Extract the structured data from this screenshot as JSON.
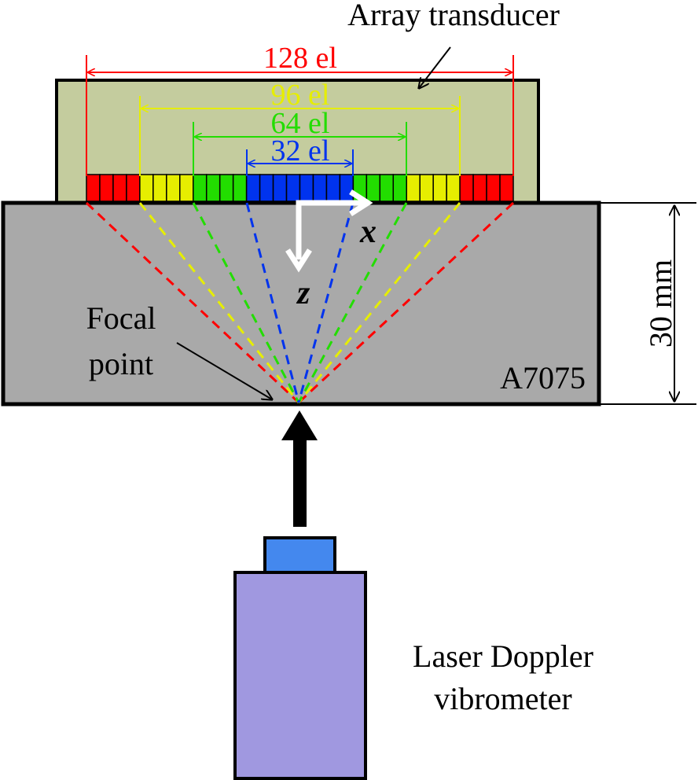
{
  "labels": {
    "array_transducer": "Array transducer",
    "focal_line1": "Focal",
    "focal_line2": "point",
    "material": "A7075",
    "thickness": "30 mm",
    "axis_x": "x",
    "axis_z": "z",
    "ldv_line1": "Laser Doppler",
    "ldv_line2": "vibrometer"
  },
  "apertures": [
    {
      "label": "128 el",
      "color": "#ff0000"
    },
    {
      "label": "96 el",
      "color": "#e6ee00"
    },
    {
      "label": "64 el",
      "color": "#22dd00"
    },
    {
      "label": "32 el",
      "color": "#0033ee"
    }
  ],
  "colors": {
    "housing": "#c4cc9e",
    "specimen": "#a9a9a9",
    "arrow_up": "#000000",
    "axes": "#ffffff",
    "ldv_head": "#4488ee",
    "ldv_body": "#a098e0"
  }
}
